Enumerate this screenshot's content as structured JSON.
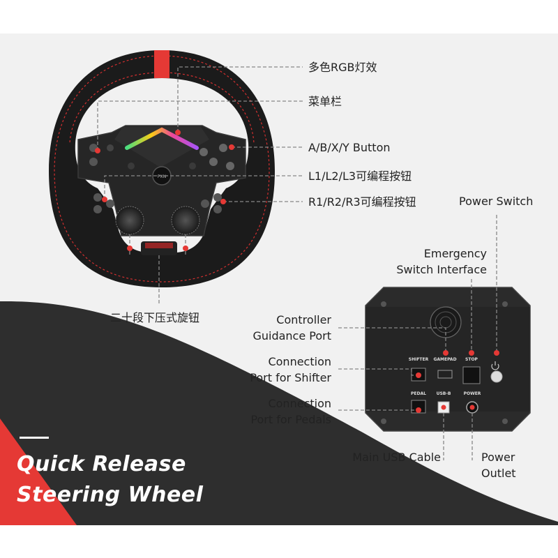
{
  "labels": {
    "rgb_lights": "多色RGB灯效",
    "menu_bar": "菜单栏",
    "abxy_button": "A/B/X/Y Button",
    "l_buttons": "L1/L2/L3可编程按钮",
    "r_buttons": "R1/R2/R3可编程按钮",
    "rotary_knob": "二十段下压式旋钮",
    "power_switch": "Power Switch",
    "emergency_line1": "Emergency",
    "emergency_line2": "Switch Interface",
    "controller_line1": "Controller",
    "controller_line2": "Guidance Port",
    "shifter_line1": "Connection",
    "shifter_line2": "Port for Shifter",
    "pedals_line1": "Connection",
    "pedals_line2": "Port for Pedals",
    "main_usb": "Main USB Cable",
    "power_outlet_line1": "Power",
    "power_outlet_line2": "Outlet"
  },
  "box_ports": {
    "shifter": "SHIFTER",
    "gamepad": "GAMEPAD",
    "stop": "STOP",
    "pedal": "PEDAL",
    "usb_b": "USB-B",
    "power": "POWER"
  },
  "title": {
    "line1": "Quick Release",
    "line2": "Steering Wheel"
  },
  "colors": {
    "accent_red": "#e53935",
    "dark_band": "#2e2e2e",
    "background": "#f1f1f1"
  }
}
